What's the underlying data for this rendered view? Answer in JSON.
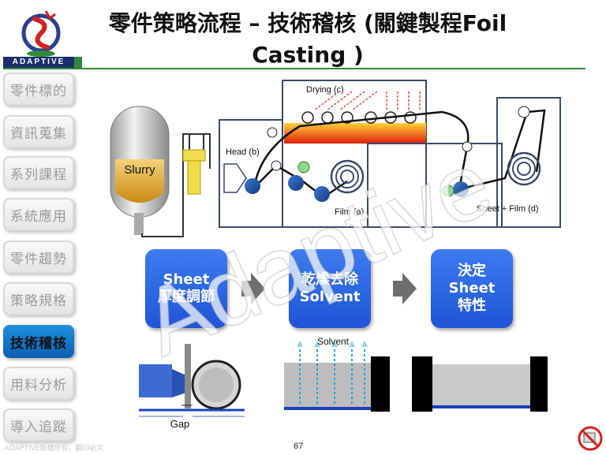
{
  "brand": "ADAPTIVE",
  "title": {
    "line1": "零件策略流程 – 技術稽核 (關鍵製程Foil",
    "line2": "Casting )"
  },
  "sidebar": {
    "items": [
      {
        "label": "零件標的",
        "active": false
      },
      {
        "label": "資訊蒐集",
        "active": false
      },
      {
        "label": "系列課程",
        "active": false
      },
      {
        "label": "系統應用",
        "active": false
      },
      {
        "label": "零件趨勢",
        "active": false
      },
      {
        "label": "策略規格",
        "active": false
      },
      {
        "label": "技術稽核",
        "active": true
      },
      {
        "label": "用料分析",
        "active": false
      },
      {
        "label": "導入追蹤",
        "active": false
      }
    ]
  },
  "diagram": {
    "slurry": "Slurry",
    "head": "Head (b)",
    "drying": "Drying (c)",
    "film": "Film (a)",
    "sheet_film": "Sheet + Film (d)"
  },
  "steps": [
    {
      "line1": "Sheet",
      "line2": "厚度調節"
    },
    {
      "line1": "乾燥去除",
      "line2": "Solvent"
    },
    {
      "line1": "決定",
      "line2": "Sheet",
      "line3": "特性"
    }
  ],
  "bottom": {
    "gap": "Gap",
    "solvent": "Solvent"
  },
  "watermark": "Adaptive",
  "footer": {
    "copyright": "ADAPTIVE版權所有，翻印必究",
    "page": "67"
  }
}
